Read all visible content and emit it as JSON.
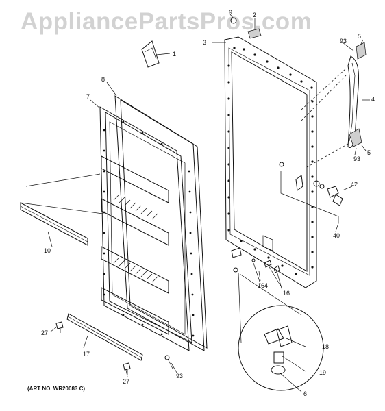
{
  "watermark": "AppliancePartsPros.com",
  "art_number": "(ART NO. WR20083 C)",
  "callouts": [
    {
      "id": "c1",
      "label": "1"
    },
    {
      "id": "c2",
      "label": "2"
    },
    {
      "id": "c3",
      "label": "3"
    },
    {
      "id": "c4",
      "label": "4"
    },
    {
      "id": "c5a",
      "label": "5"
    },
    {
      "id": "c5b",
      "label": "5"
    },
    {
      "id": "c6",
      "label": "6"
    },
    {
      "id": "c7",
      "label": "7"
    },
    {
      "id": "c8",
      "label": "8"
    },
    {
      "id": "c9",
      "label": "9"
    },
    {
      "id": "c10",
      "label": "10"
    },
    {
      "id": "c16",
      "label": "16"
    },
    {
      "id": "c17",
      "label": "17"
    },
    {
      "id": "c18",
      "label": "18"
    },
    {
      "id": "c19",
      "label": "19"
    },
    {
      "id": "c27a",
      "label": "27"
    },
    {
      "id": "c27b",
      "label": "27"
    },
    {
      "id": "c40",
      "label": "40"
    },
    {
      "id": "c42",
      "label": "42"
    },
    {
      "id": "c93a",
      "label": "93"
    },
    {
      "id": "c93b",
      "label": "93"
    },
    {
      "id": "c93c",
      "label": "93"
    },
    {
      "id": "c164",
      "label": "164"
    }
  ]
}
